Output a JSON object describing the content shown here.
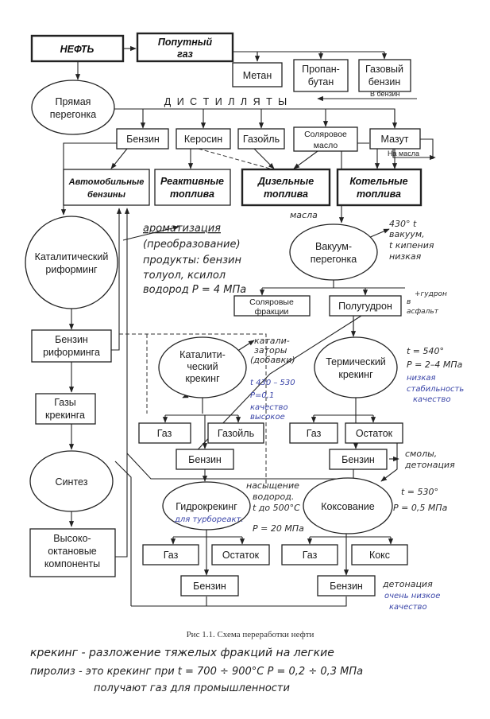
{
  "nodes": {
    "neft": "НЕФТЬ",
    "poputny_gaz": [
      "Попутный",
      "газ"
    ],
    "metan": "Метан",
    "propan_butan": [
      "Пропан-",
      "бутан"
    ],
    "gazovy_benzin": [
      "Газовый",
      "бензин"
    ],
    "v_benzin": "В бензин",
    "pryamaya_peregonka": [
      "Прямая",
      "перегонка"
    ],
    "distillyaty": "Д И С Т И Л Л Я Т Ы",
    "benzin": "Бензин",
    "kerosin": "Керосин",
    "gazoil": "Газойль",
    "solyarovoe_maslo": [
      "Соляровое",
      "масло"
    ],
    "mazut": "Мазут",
    "na_masla": "На масла",
    "avto_benziny": [
      "Автомобильные",
      "бензины"
    ],
    "reaktivnye": [
      "Реактивные",
      "топлива"
    ],
    "dizelnye": [
      "Дизельные",
      "топлива"
    ],
    "kotelnye": [
      "Котельные",
      "топлива"
    ],
    "kat_riforming": [
      "Каталитический",
      "риформинг"
    ],
    "vakuum": [
      "Вакуум-",
      "перегонка"
    ],
    "solyarovye_frakcii": [
      "Соляровые",
      "фракции"
    ],
    "polugudron": "Полугудрон",
    "benzin_riforminga": [
      "Бензин",
      "риформинга"
    ],
    "kat_kreking": [
      "Каталити-",
      "ческий",
      "крекинг"
    ],
    "term_kreking": [
      "Термический",
      "крекинг"
    ],
    "gazy_krekinga": [
      "Газы",
      "крекинга"
    ],
    "gaz": "Газ",
    "ostatok": "Остаток",
    "sintez": "Синтез",
    "gidrokreking": "Гидрокрекинг",
    "koksovanie": "Коксование",
    "koks": "Кокс",
    "vysokooktanovye": [
      "Высоко-",
      "октановые",
      "компоненты"
    ]
  },
  "notes": {
    "masla": "масла",
    "aromatizaciya": [
      "ароматизация",
      "(преобразование)",
      "продукты: бензин",
      "толуол, ксилол",
      "водород  P = 4 МПа"
    ],
    "vakuum_note": [
      "430° t",
      "вакуум,",
      "t кипения",
      "низкая"
    ],
    "gudron": [
      "+гудрон",
      "в",
      "асфальт"
    ],
    "katalizatory": [
      "катали-",
      "заторы",
      "(добавки)"
    ],
    "kat_params": [
      "t 430 – 530",
      "P=0,1",
      "качество",
      "высокое"
    ],
    "term_params": [
      "t = 540°",
      "P = 2–4 МПа"
    ],
    "term_quality": [
      "низкая",
      "стабильность",
      "качество"
    ],
    "smoly": [
      "смолы,",
      "детонация"
    ],
    "koks_params": [
      "t = 530°",
      "P = 0,5 МПа"
    ],
    "gidro_params": [
      "насыщение",
      "водород.",
      "t до 500°C",
      "P = 20 МПа"
    ],
    "gidro_use": "для турбореакт.",
    "detonaciya": [
      "детонация",
      "очень низкое",
      "качество"
    ]
  },
  "caption": "Рис 1.1. Схема переработки нефти",
  "footnotes": [
    "крекинг - разложение тяжелых фракций на легкие",
    "пиролиз - это крекинг при t = 700 ÷ 900°C  P = 0,2 ÷ 0,3 МПа",
    "получают газ для промышленности"
  ]
}
